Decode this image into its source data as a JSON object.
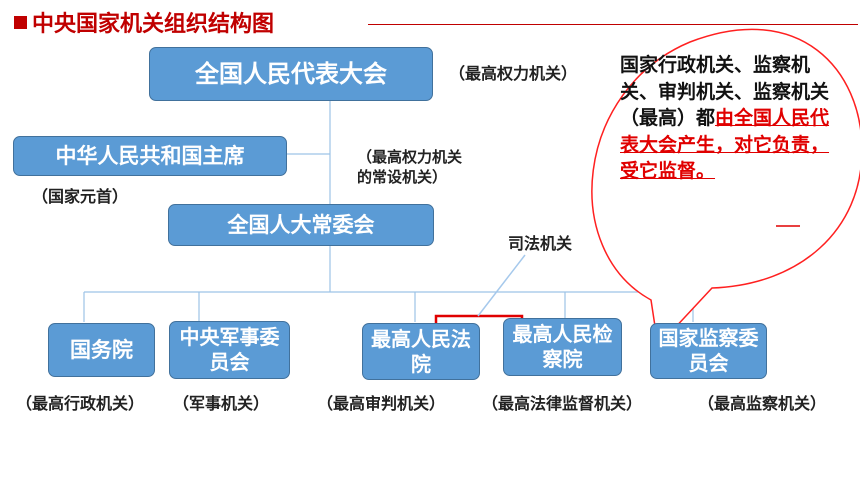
{
  "title": "中央国家机关组织结构图",
  "nodes": {
    "npc": "全国人民代表大会",
    "president": "中华人民共和国主席",
    "npcsc": "全国人大常委会",
    "state_council": "国务院",
    "cmc": "中央军事委员会",
    "court": "最高人民法院",
    "procuratorate": "最高人民检察院",
    "supervision": "国家监察委员会"
  },
  "labels": {
    "npc": "（最高权力机关）",
    "president": "（国家元首）",
    "npcsc_line1": "（最高权力机关",
    "npcsc_line2": "的常设机关）",
    "judicial": "司法机关",
    "state_council": "（最高行政机关）",
    "cmc": "（军事机关）",
    "court": "（最高审判机关）",
    "procuratorate": "（最高法律监督机关）",
    "supervision": "（最高监察机关）"
  },
  "callout": {
    "plain": "国家行政机关、监察机关、审判机关、监察机关（最高）都",
    "highlight": "由全国人民代表大会产生，对它负责，受它监督。"
  },
  "colors": {
    "box": "#5b9bd5",
    "box_border": "#41719c",
    "accent": "#c00000",
    "highlight": "#e00000"
  }
}
